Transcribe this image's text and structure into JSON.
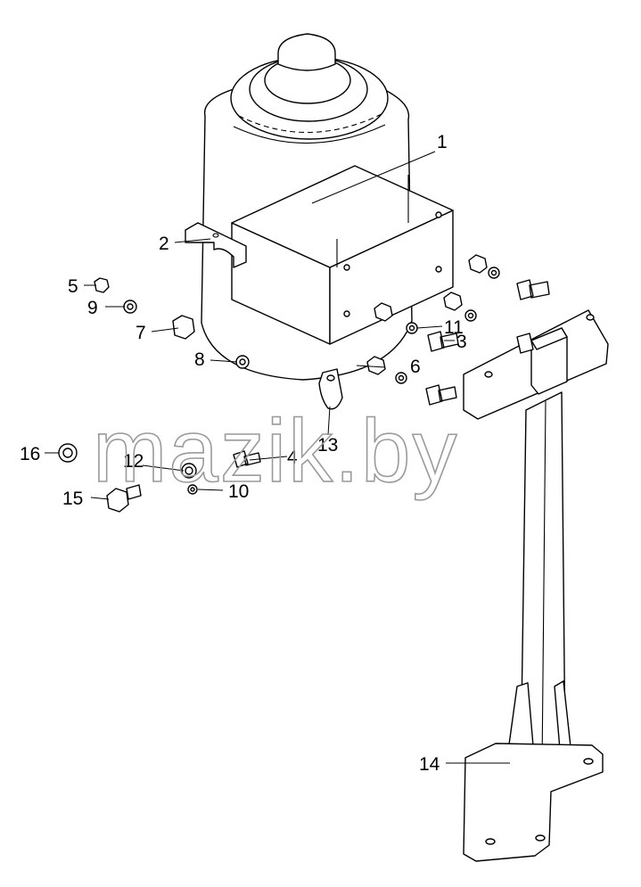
{
  "watermark": "mazik.by",
  "callouts": [
    "1",
    "2",
    "3",
    "4",
    "5",
    "6",
    "7",
    "8",
    "9",
    "10",
    "11",
    "12",
    "13",
    "14",
    "15",
    "16"
  ],
  "colors": {
    "line": "#000000",
    "background": "#ffffff",
    "watermark": "#9a9a9a"
  }
}
